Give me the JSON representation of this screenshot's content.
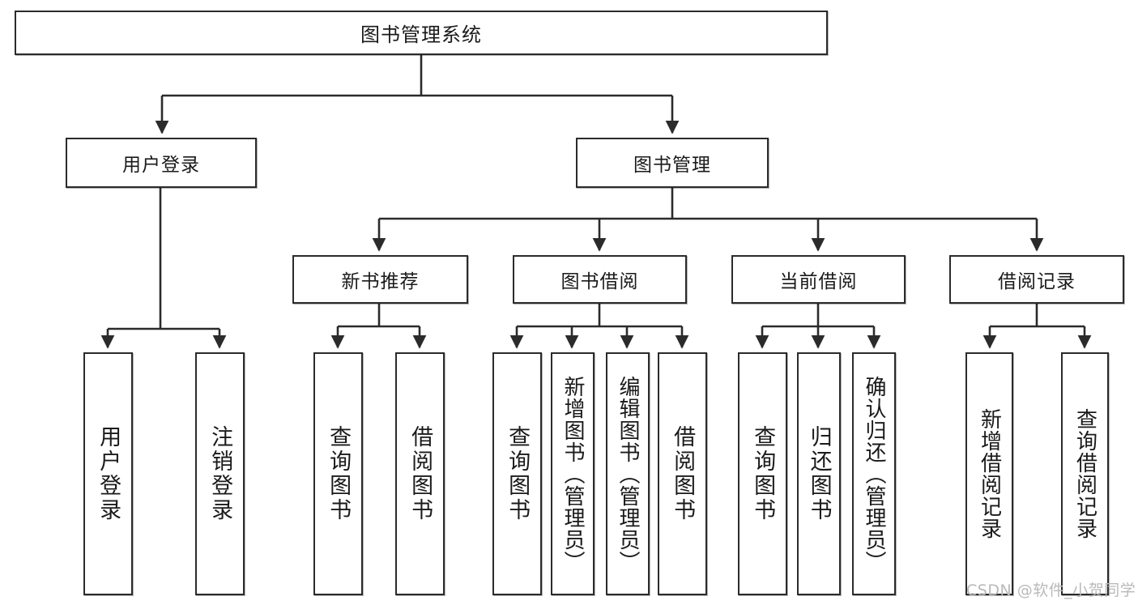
{
  "diagram": {
    "type": "tree",
    "title": "图书管理系统",
    "watermark": "CSDN @软件_小贺同学",
    "colors": {
      "node_border": "#2b2b2b",
      "node_fill": "#ffffff",
      "connector": "#2b2b2b",
      "text": "#1a1a1a",
      "watermark": "#b9b9b9"
    },
    "nodes": {
      "root": {
        "label": "图书管理系统"
      },
      "level1": [
        {
          "id": "user-login",
          "label": "用户登录"
        },
        {
          "id": "book-manage",
          "label": "图书管理"
        }
      ],
      "level2": [
        {
          "id": "new-book-recommend",
          "label": "新书推荐"
        },
        {
          "id": "book-borrow",
          "label": "图书借阅"
        },
        {
          "id": "current-borrow",
          "label": "当前借阅"
        },
        {
          "id": "borrow-record",
          "label": "借阅记录"
        }
      ],
      "leaves": {
        "user-login": [
          {
            "id": "leaf-user-login",
            "label": "用户登录"
          },
          {
            "id": "leaf-user-logout",
            "label": "注销登录"
          }
        ],
        "new-book-recommend": [
          {
            "id": "leaf-query-book-1",
            "label": "查询图书"
          },
          {
            "id": "leaf-borrow-book-1",
            "label": "借阅图书"
          }
        ],
        "book-borrow": [
          {
            "id": "leaf-query-book-2",
            "label": "查询图书"
          },
          {
            "id": "leaf-add-book",
            "label": "新增图书（管理员）"
          },
          {
            "id": "leaf-edit-book",
            "label": "编辑图书（管理员）"
          },
          {
            "id": "leaf-borrow-book-2",
            "label": "借阅图书"
          }
        ],
        "current-borrow": [
          {
            "id": "leaf-query-book-3",
            "label": "查询图书"
          },
          {
            "id": "leaf-return-book",
            "label": "归还图书"
          },
          {
            "id": "leaf-confirm-return",
            "label": "确认归还（管理员）"
          }
        ],
        "borrow-record": [
          {
            "id": "leaf-add-record",
            "label": "新增借阅记录"
          },
          {
            "id": "leaf-query-record",
            "label": "查询借阅记录"
          }
        ]
      }
    }
  }
}
